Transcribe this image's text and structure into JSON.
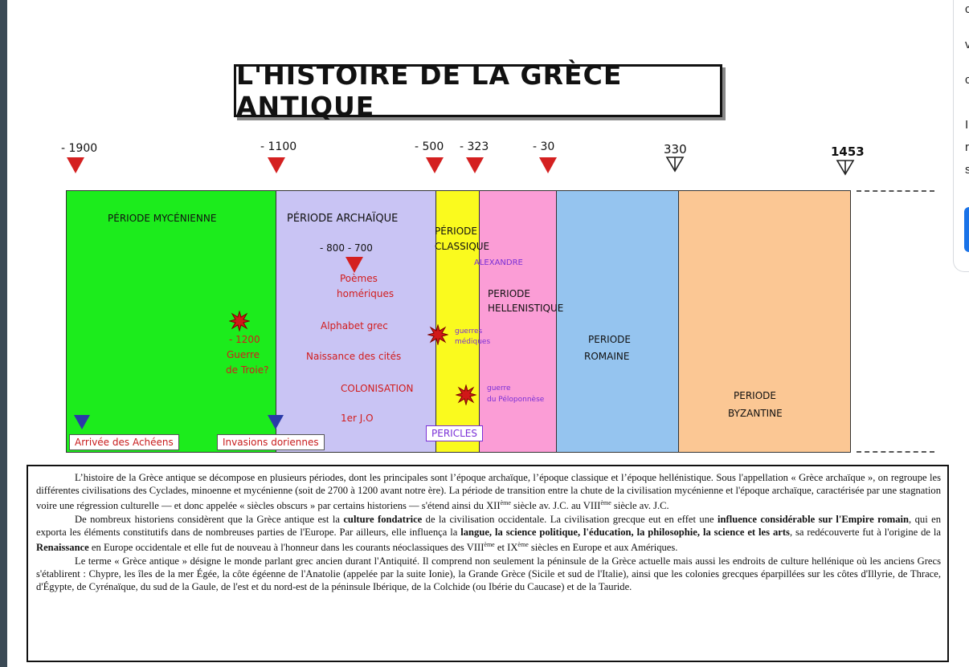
{
  "title": "L'HISTOIRE DE LA GRÈCE ANTIQUE",
  "side_panel": {
    "letters": [
      "c",
      "v",
      "c",
      "I",
      "r",
      "s"
    ]
  },
  "timeline": {
    "years": [
      "- 1900",
      "- 1100",
      "- 500",
      "- 323",
      "- 30",
      "330",
      "1453"
    ],
    "periods": {
      "mycenienne": "PÉRIODE MYCÉNIENNE",
      "archaique": "PÉRIODE ARCHAÏQUE",
      "classique_1": "PÉRIODE",
      "classique_2": "CLASSIQUE",
      "hellenistique_1": "PERIODE",
      "hellenistique_2": "HELLENISTIQUE",
      "romaine_1": "PERIODE",
      "romaine_2": "ROMAINE",
      "byzantine_1": "PERIODE",
      "byzantine_2": "BYZANTINE"
    },
    "events": {
      "troie_year": "- 1200",
      "troie_1": "Guerre",
      "troie_2": "de Troie?",
      "archaic_dates": "- 800 - 700",
      "poemes_1": "Poèmes",
      "poemes_2": "homériques",
      "alphabet": "Alphabet grec",
      "cites": "Naissance des cités",
      "colonisation": "COLONISATION",
      "jo": "1er J.O",
      "alexandre": "ALEXANDRE",
      "mediques_1": "guerres",
      "mediques_2": "médiques",
      "peloponnese_1": "guerre",
      "peloponnese_2": "du Péloponnèse",
      "pericles": "PERICLES",
      "acheens": "Arrivée des Achéens",
      "doriennes": "Invasions doriennes"
    },
    "colors": {
      "mycenienne": "#1cec1c",
      "archaique": "#c9c4f4",
      "classique": "#fafa1e",
      "hellenistique": "#fb9dd6",
      "romaine": "#95c4ef",
      "byzantine": "#fbc794",
      "arrow_red": "#d42020",
      "arrow_blue": "#2a3aa8"
    }
  },
  "text": {
    "p1_a": "L’histoire de la Grèce antique se décompose en plusieurs périodes, dont les principales sont l’époque archaïque, l’époque classique et l’époque hellénistique. Sous l'appellation « Grèce archaïque », on regroupe les différentes civilisations des Cyclades, minoenne et mycénienne (soit de 2700 à 1200 avant notre ère). La période de transition entre la chute de la civilisation mycénienne et l'époque archaïque, caractérisée par une stagnation voire une régression culturelle — et donc appelée « siècles obscurs » par certains historiens — s'étend ainsi du XII",
    "p1_sup1": "ème",
    "p1_b": " siècle av. J.C. au VIII",
    "p1_sup2": "ème",
    "p1_c": " siècle av. J.C.",
    "p2_a": "De nombreux historiens considèrent que la Grèce antique est la ",
    "p2_b1": "culture fondatrice",
    "p2_c": " de la civilisation occidentale. La civilisation grecque eut en effet une ",
    "p2_b2": "influence considérable sur l'Empire romain",
    "p2_d": ", qui en exporta les éléments constitutifs dans de nombreuses parties de l'Europe. Par ailleurs, elle influença la ",
    "p2_b3": "langue, la science politique, l'éducation, la philosophie, la science et les arts",
    "p2_e": ", sa redécouverte fut à l'origine de la ",
    "p2_b4": "Renaissance",
    "p2_f": " en Europe occidentale et elle fut de nouveau à l'honneur dans les courants néoclassiques des VIII",
    "p2_sup1": "ème",
    "p2_g": " et IX",
    "p2_sup2": "ème",
    "p2_h": " siècles en Europe et aux Amériques.",
    "p3": "Le terme « Grèce antique » désigne le monde parlant grec ancien durant l'Antiquité. Il comprend non seulement la péninsule de la Grèce actuelle mais aussi les endroits de culture hellénique où les anciens Grecs s'établirent : Chypre, les îles de la mer Égée, la côte égéenne de l'Anatolie (appelée par la suite Ionie), la Grande Grèce (Sicile et sud de l'Italie), ainsi que les colonies grecques éparpillées sur les côtes d'Illyrie, de Thrace, d'Égypte, de Cyrénaïque, du sud de la Gaule, de l'est et du nord-est de la péninsule Ibérique, de la Colchide (ou Ibérie du Caucase) et de la Tauride."
  }
}
